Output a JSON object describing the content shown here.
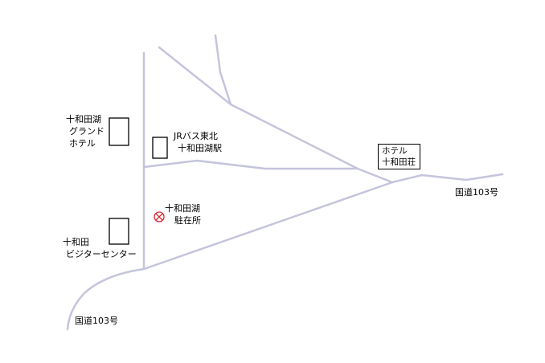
{
  "colors": {
    "road": "#c4c4dc",
    "building_outline": "#000000",
    "police_marker": "#d8262f",
    "text": "#000000"
  },
  "labels": {
    "grand_hotel": [
      "十和田湖",
      "グランド",
      "ホテル"
    ],
    "visitor_center": [
      "十和田",
      "ビジターセンター"
    ],
    "jr_bus_station": [
      "JRバス東北",
      "十和田湖駅"
    ],
    "police_box": [
      "十和田湖",
      "駐在所"
    ],
    "hotel_towada_sou": [
      "ホテル",
      "十和田荘"
    ],
    "route_east": "国道103号",
    "route_southwest": "国道103号"
  },
  "icons": {
    "police_box_marker": "circle-x-icon"
  }
}
